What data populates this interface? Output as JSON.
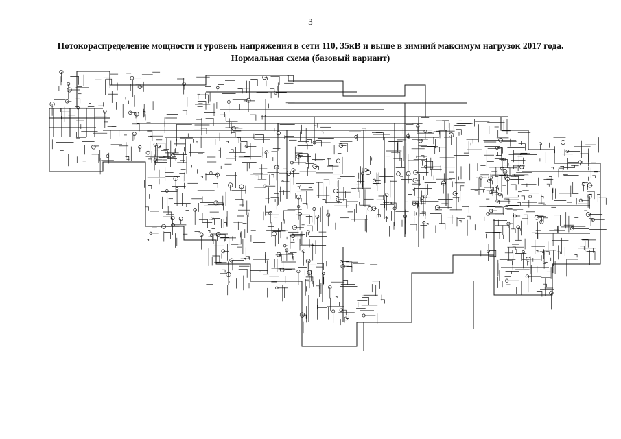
{
  "page": {
    "number": "3"
  },
  "heading": {
    "line1": "Потокораспределение мощности и уровень напряжения в сети 110, 35кВ и выше в зимний максимум нагрузок 2017 года.",
    "line2": "Нормальная схема (базовый вариант)"
  },
  "scheme": {
    "line_color": "#1a1a1a"
  }
}
